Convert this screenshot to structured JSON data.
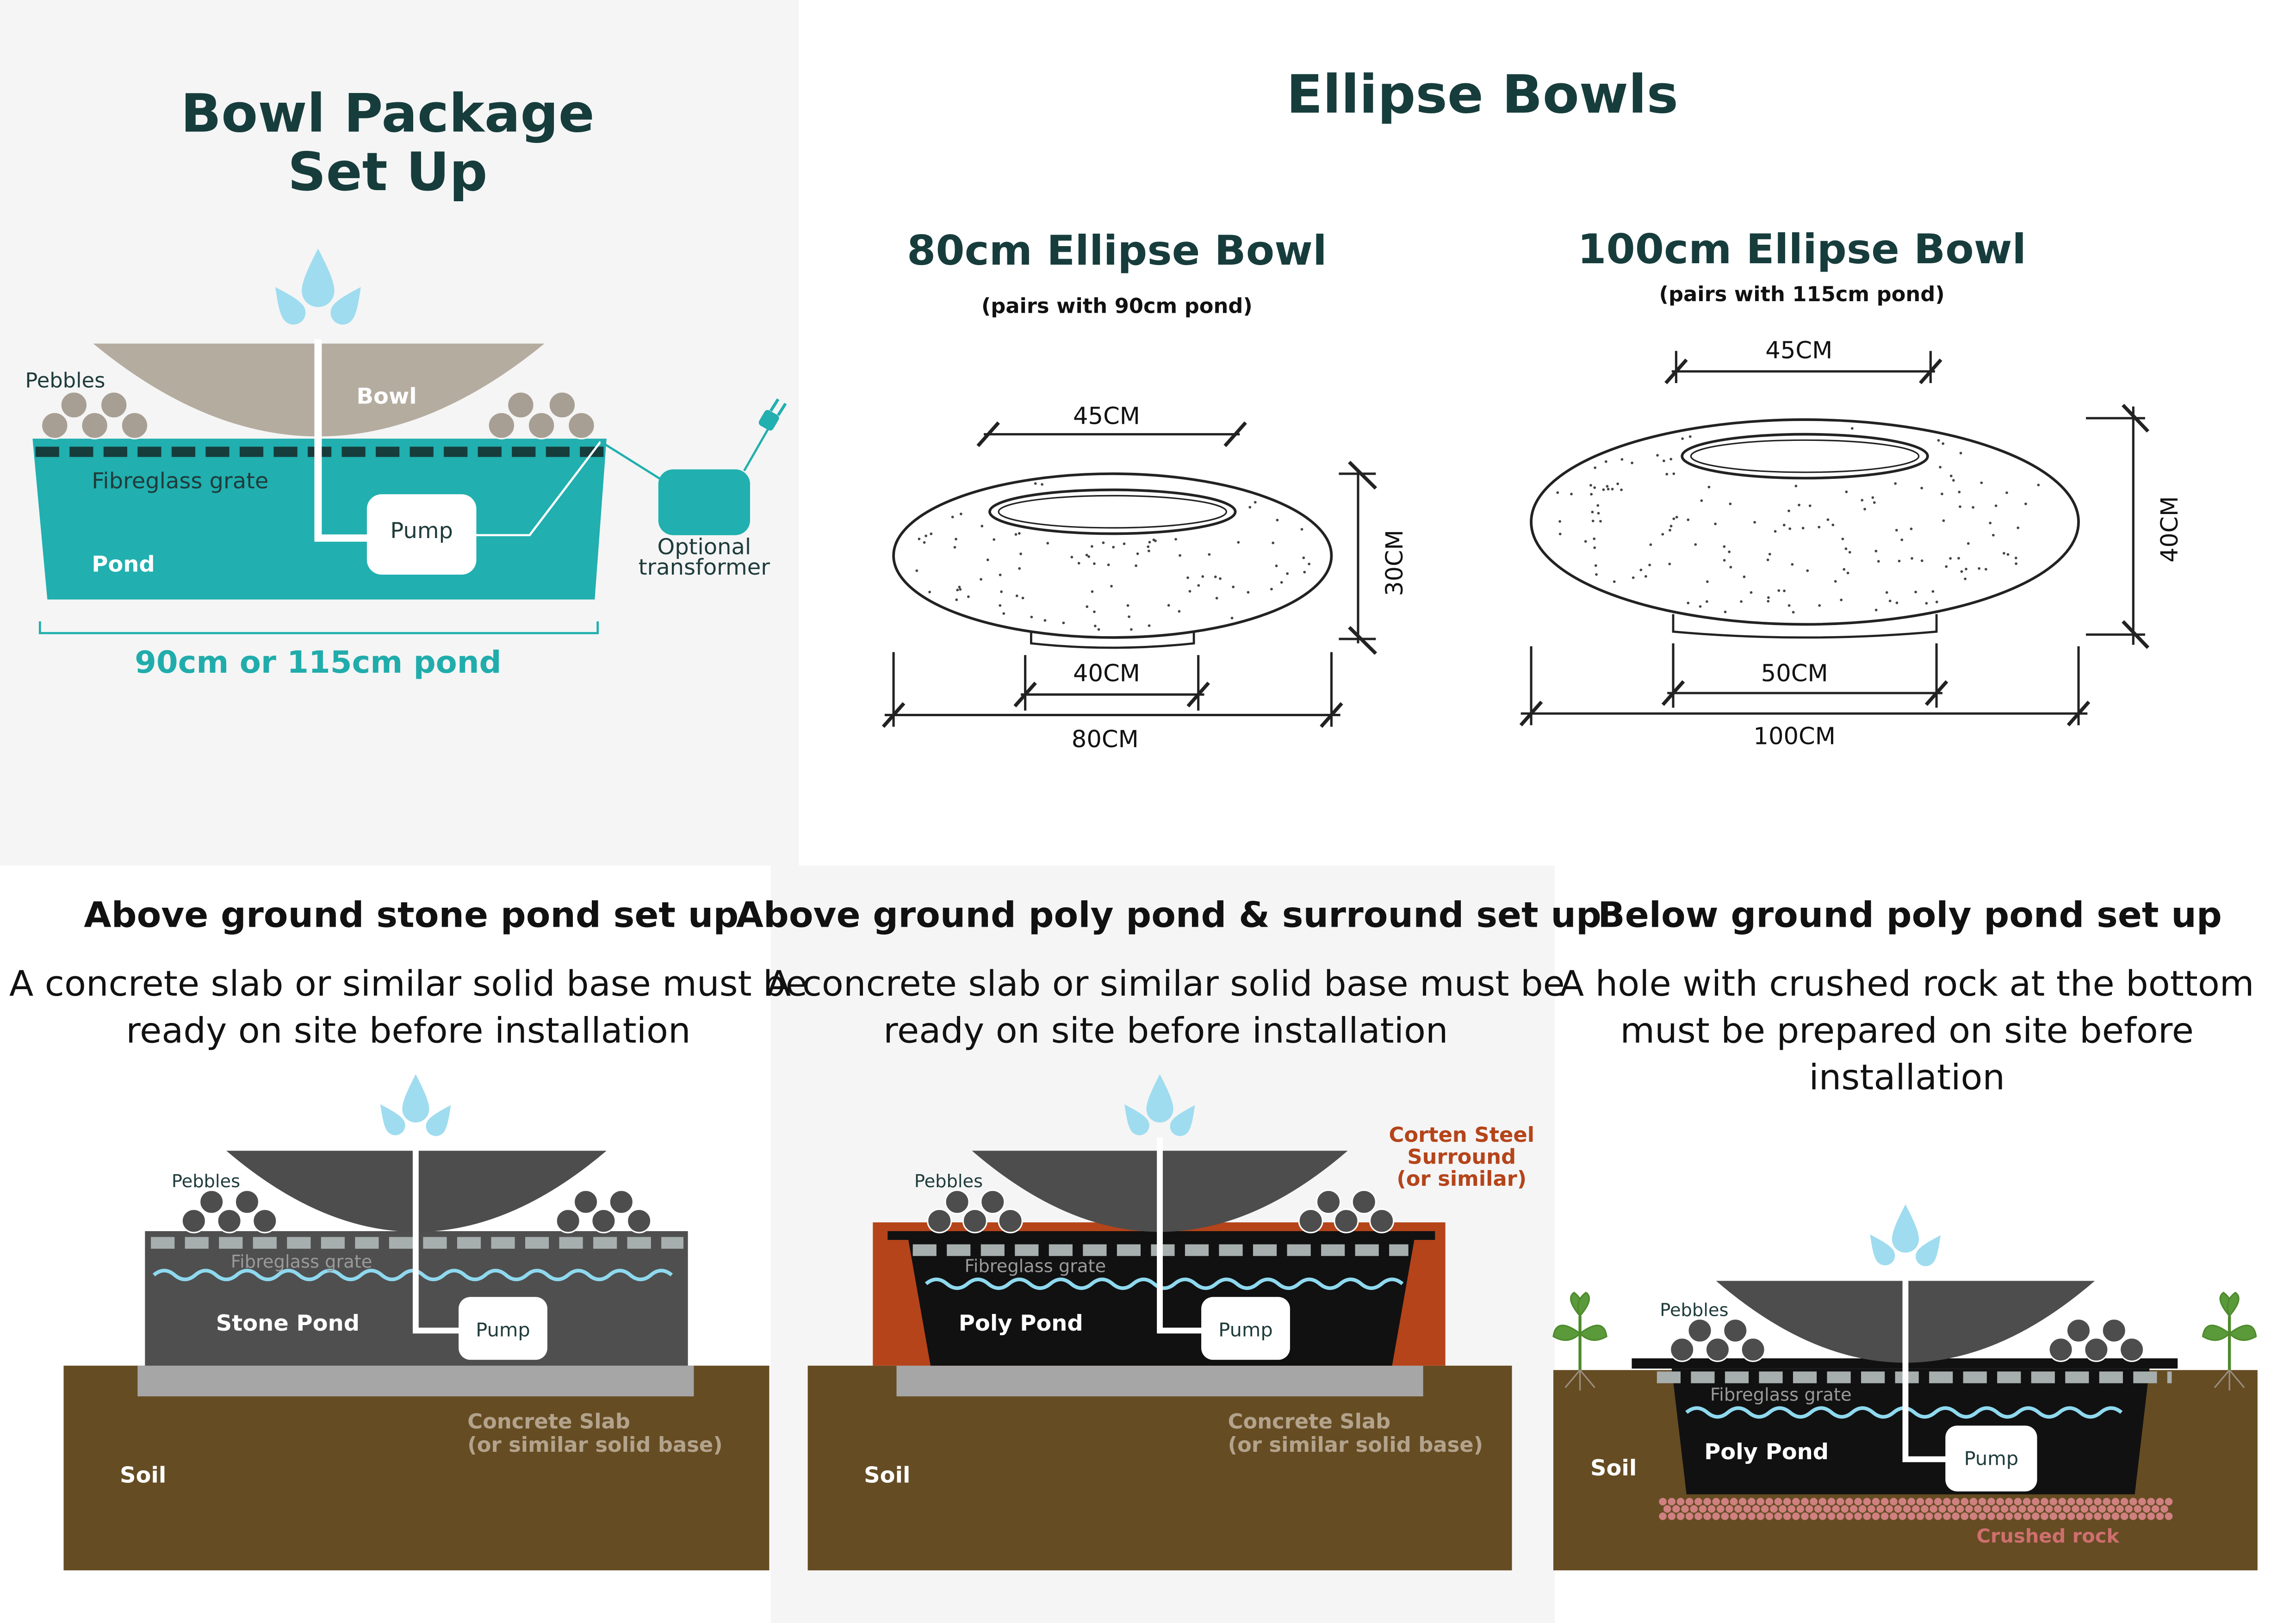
{
  "colors": {
    "teal": "#21afaf",
    "dark_teal": "#173c3c",
    "soil": "#654c23",
    "corten": "#b5441a",
    "stone_grey": "#4f4f4f",
    "concrete": "#a6a6a6",
    "water_drop": "#9fdcef",
    "crushed_rock": "#d08080",
    "bowl_sand": "#b5aca0"
  },
  "package": {
    "title_line1": "Bowl Package",
    "title_line2": "Set Up",
    "pebbles": "Pebbles",
    "bowl": "Bowl",
    "grate": "Fibreglass grate",
    "pump": "Pump",
    "pond": "Pond",
    "transformer_line1": "Optional",
    "transformer_line2": "transformer",
    "size": "90cm or 115cm pond"
  },
  "ellipse": {
    "title": "Ellipse Bowls",
    "bowls": [
      {
        "name": "80cm Ellipse Bowl",
        "note": "(pairs with 90cm pond)",
        "top_width": "45CM",
        "height": "30CM",
        "base_width": "40CM",
        "overall_width": "80CM"
      },
      {
        "name": "100cm Ellipse Bowl",
        "note": "(pairs with 115cm pond)",
        "top_width": "45CM",
        "height": "40CM",
        "base_width": "50CM",
        "overall_width": "100CM"
      }
    ]
  },
  "panels": [
    {
      "title": "Above ground stone pond set up",
      "desc": [
        "A concrete slab or similar solid base must be",
        "ready on site before installation"
      ],
      "pebbles": "Pebbles",
      "grate": "Fibreglass grate",
      "pond": "Stone Pond",
      "pump": "Pump",
      "slab_line1": "Concrete Slab",
      "slab_line2": "(or similar solid base)",
      "soil": "Soil"
    },
    {
      "title": "Above ground poly pond & surround set up",
      "desc": [
        "A concrete slab or similar solid base must be",
        "ready on site before installation"
      ],
      "surround_line1": "Corten Steel",
      "surround_line2": "Surround",
      "surround_line3": "(or similar)",
      "pebbles": "Pebbles",
      "grate": "Fibreglass grate",
      "pond": "Poly Pond",
      "pump": "Pump",
      "slab_line1": "Concrete Slab",
      "slab_line2": "(or similar solid base)",
      "soil": "Soil"
    },
    {
      "title": "Below ground poly pond set up",
      "desc": [
        "A hole with crushed rock at the bottom",
        "must be prepared on site before",
        "installation"
      ],
      "pebbles": "Pebbles",
      "grate": "Fibreglass grate",
      "pond": "Poly Pond",
      "pump": "Pump",
      "soil": "Soil",
      "rock": "Crushed rock"
    }
  ]
}
